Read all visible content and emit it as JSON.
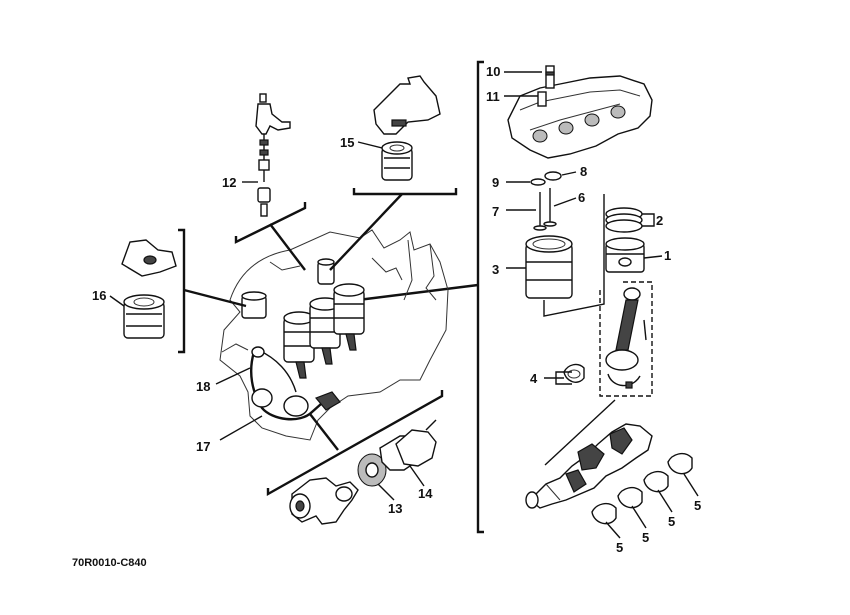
{
  "diagram": {
    "code": "70R0010-C840",
    "callouts": [
      "1",
      "2",
      "3",
      "4",
      "5",
      "5",
      "5",
      "5",
      "5",
      "5",
      "6",
      "7",
      "8",
      "9",
      "10",
      "11",
      "12",
      "13",
      "14",
      "15",
      "16",
      "17",
      "18"
    ]
  }
}
